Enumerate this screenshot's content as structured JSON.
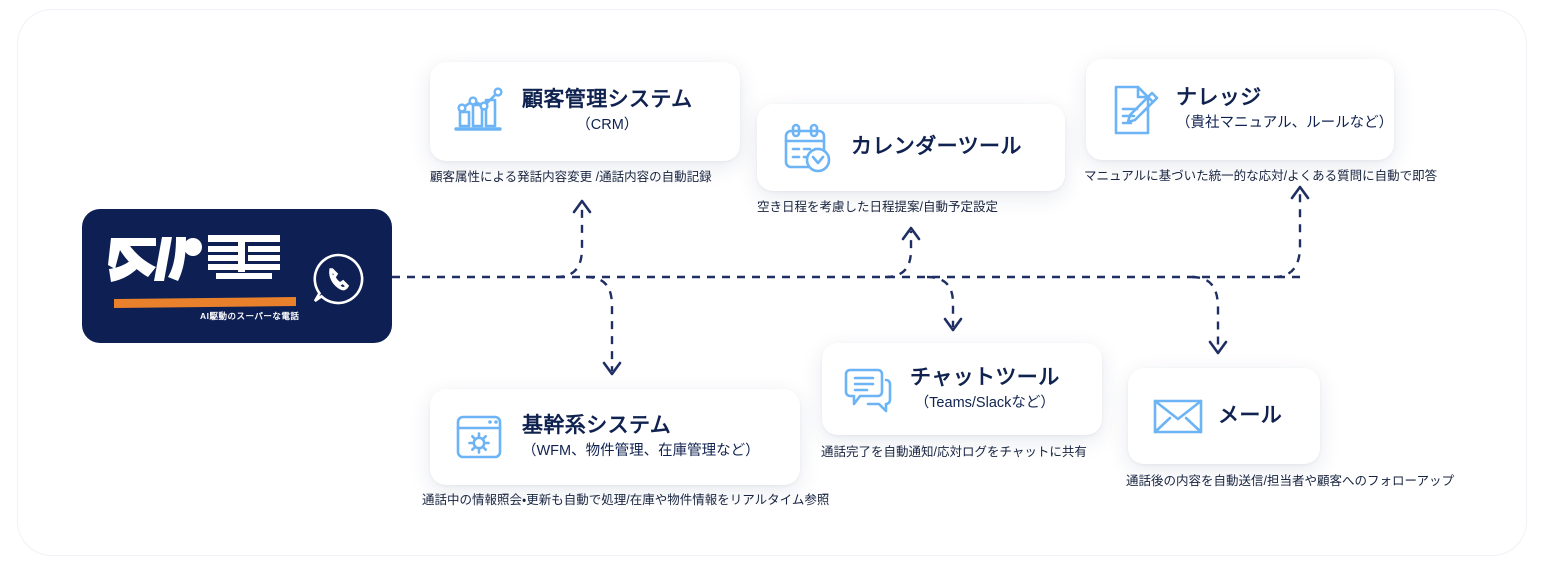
{
  "brand": {
    "logo_wordmark": "スパ電",
    "tagline": "AI駆動のスーパーな電話",
    "accent_color": "#e8802c",
    "navy_color": "#0d1f53",
    "icon_blue": "#6cb4f5",
    "phone_icon": "whatsapp-phone-icon"
  },
  "diagram": {
    "type": "hub-and-spoke integration diagram",
    "hub": "スパ電",
    "connector_style": "dashed",
    "connector_color": "#1f2f63"
  },
  "nodes": [
    {
      "id": "crm",
      "icon": "bar-chart-icon",
      "title": "顧客管理システム",
      "subtitle": "（CRM）",
      "caption": "顧客属性による発話内容変更 /通話内容の自動記録",
      "direction": "up"
    },
    {
      "id": "calendar",
      "icon": "calendar-clock-icon",
      "title": "カレンダーツール",
      "subtitle": "",
      "caption": "空き日程を考慮した日程提案/自動予定設定",
      "direction": "up"
    },
    {
      "id": "knowledge",
      "icon": "document-pen-icon",
      "title": "ナレッジ",
      "subtitle": "（貴社マニュアル、ルールなど）",
      "caption": "マニュアルに基づいた統一的な応対/よくある質問に自動で即答",
      "direction": "up"
    },
    {
      "id": "core",
      "icon": "window-gear-icon",
      "title": "基幹系システム",
      "subtitle": "（WFM、物件管理、在庫管理など）",
      "caption": "通話中の情報照会・更新も自動で処理/在庫や物件情報をリアルタイム参照",
      "direction": "down"
    },
    {
      "id": "chat",
      "icon": "chat-bubbles-icon",
      "title": "チャットツール",
      "subtitle": "（Teams/Slackなど）",
      "caption": "通話完了を自動通知/応対ログをチャットに共有",
      "direction": "down"
    },
    {
      "id": "mail",
      "icon": "envelope-icon",
      "title": "メール",
      "subtitle": "",
      "caption": "通話後の内容を自動送信/担当者や顧客へのフォローアップ",
      "direction": "down"
    }
  ]
}
